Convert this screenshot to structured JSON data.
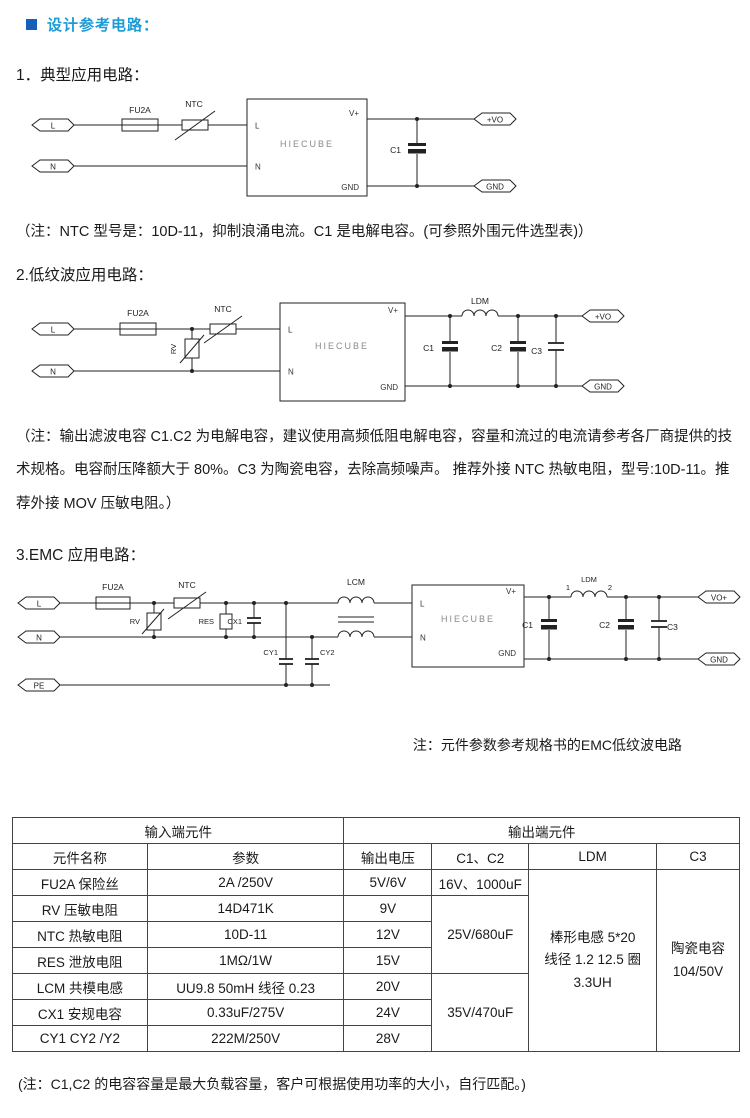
{
  "colors": {
    "accent_title": "#1b9bd7",
    "bullet": "#1660b8"
  },
  "header": {
    "title": "设计参考电路："
  },
  "sections": {
    "s1": {
      "title": "1．典型应用电路：",
      "note": "（注：NTC 型号是：10D-11，抑制浪涌电流。C1 是电解电容。(可参照外围元件选型表)）"
    },
    "s2": {
      "title": "2.低纹波应用电路：",
      "note": "（注：输出滤波电容 C1.C2 为电解电容，建议使用高频低阻电解电容，容量和流过的电流请参考各厂商提供的技术规格。电容耐压降额大于 80%。C3 为陶瓷电容，去除高频噪声。 推荐外接 NTC 热敏电阻，型号:10D-11。推荐外接 MOV 压敏电阻。）"
    },
    "s3": {
      "title": "3.EMC 应用电路：",
      "note": "注：元件参数参考规格书的EMC低纹波电路"
    }
  },
  "c1": {
    "term_l": "L",
    "term_n": "N",
    "fuse": "FU2A",
    "ntc": "NTC",
    "chip": "HIECUBE",
    "pin_l": "L",
    "pin_n": "N",
    "pin_vp": "V+",
    "pin_gnd": "GND",
    "cap1": "C1",
    "term_vo": "+VO",
    "term_gnd": "GND"
  },
  "c2": {
    "term_l": "L",
    "term_n": "N",
    "fuse": "FU2A",
    "ntc": "NTC",
    "rv": "RV",
    "chip": "HIECUBE",
    "pin_l": "L",
    "pin_n": "N",
    "pin_vp": "V+",
    "pin_gnd": "GND",
    "ldm": "LDM",
    "cap1": "C1",
    "cap2": "C2",
    "cap3": "C3",
    "term_vo": "+VO",
    "term_gnd": "GND"
  },
  "c3": {
    "term_l": "L",
    "term_n": "N",
    "term_pe": "PE",
    "fuse": "FU2A",
    "rv": "RV",
    "ntc": "NTC",
    "res": "RES",
    "cx1": "CX1",
    "cy1": "CY1",
    "cy2": "CY2",
    "lcm": "LCM",
    "chip": "HIECUBE",
    "pin_l": "L",
    "pin_n": "N",
    "pin_vp": "V+",
    "pin_gnd": "GND",
    "cap1": "C1",
    "ldm": "LDM",
    "ldm_p1": "1",
    "ldm_p2": "2",
    "cap2": "C2",
    "cap3": "C3",
    "term_vo": "VO+",
    "term_gnd": "GND"
  },
  "table": {
    "group_input": "输入端元件",
    "group_output": "输出端元件",
    "headers": [
      "元件名称",
      "参数",
      "输出电压",
      "C1、C2",
      "LDM",
      "C3"
    ],
    "rows": [
      {
        "name": "FU2A 保险丝",
        "param": "2A /250V",
        "voltage": "5V/6V"
      },
      {
        "name": "RV  压敏电阻",
        "param": "14D471K",
        "voltage": "9V"
      },
      {
        "name": "NTC 热敏电阻",
        "param": "10D-11",
        "voltage": "12V"
      },
      {
        "name": "RES 泄放电阻",
        "param": "1MΩ/1W",
        "voltage": "15V"
      },
      {
        "name": "LCM 共模电感",
        "param": "UU9.8  50mH  线径 0.23",
        "voltage": "20V"
      },
      {
        "name": "CX1 安规电容",
        "param": "0.33uF/275V",
        "voltage": "24V"
      },
      {
        "name": "CY1 CY2 /Y2",
        "param": "222M/250V",
        "voltage": "28V"
      }
    ],
    "c1c2_1": "16V、1000uF",
    "c1c2_2": "25V/680uF",
    "c1c2_3": "35V/470uF",
    "ldm_l1": "棒形电感  5*20",
    "ldm_l2": "线径 1.2 12.5 圈",
    "ldm_l3": "3.3UH",
    "c3_l1": "陶瓷电容",
    "c3_l2": "104/50V"
  },
  "footer_note": "(注：C1,C2 的电容容量是最大负载容量，客户可根据使用功率的大小，自行匹配。)"
}
